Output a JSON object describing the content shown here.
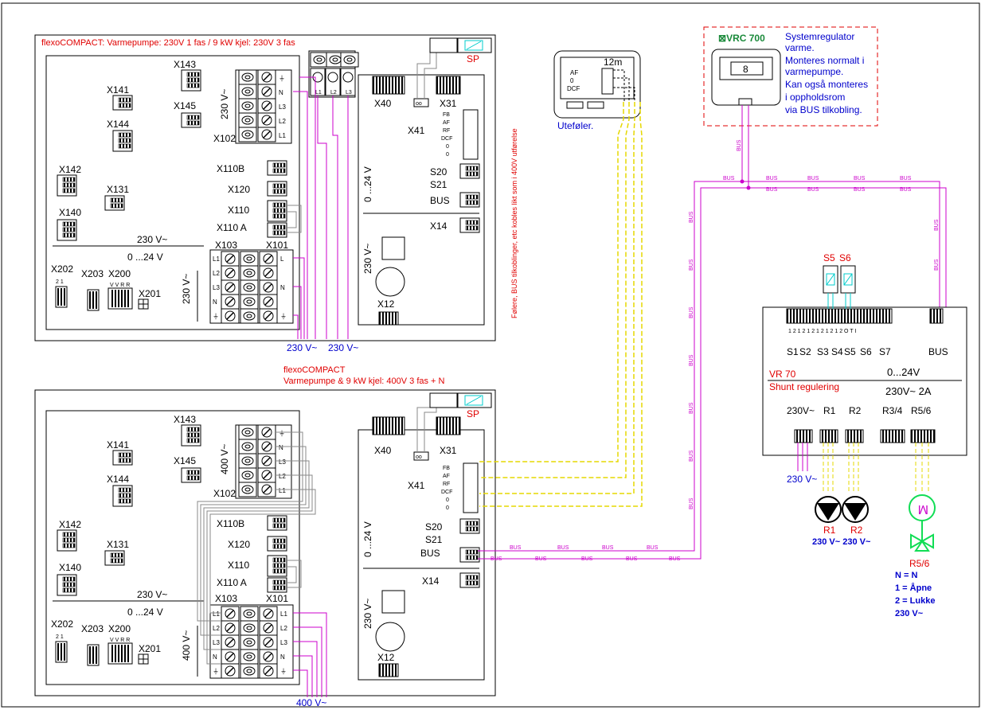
{
  "colors": {
    "bus": "#cc00cc",
    "sensor": "#e6d800",
    "signal_blue": "#0000cc",
    "accent_red": "#e00000",
    "wire_grey": "#888888",
    "pump_fill": "#000000",
    "valve_green": "#11dd55"
  },
  "top": {
    "title_prefix": "flexoCOMPACT",
    "title_mid": ": Varmepumpe",
    "title_suffix": ": 230V 1 fas / 9 kW kjel: 230V 3 fas",
    "supply_left": "230 V~",
    "supply_right": "230 V~"
  },
  "bottom": {
    "title_line1": "flexoCOMPACT",
    "title_line2": "Varmepumpe & 9 kW kjel: 400V 3 fas + N",
    "supply": "400 V~",
    "terminal_voltage": "400 V~",
    "lower_voltage": "400 V~"
  },
  "pcb": {
    "X143": "X143",
    "X141": "X141",
    "X145": "X145",
    "X144": "X144",
    "X142": "X142",
    "X131": "X131",
    "X140": "X140",
    "X202": "X202",
    "X203": "X203",
    "X200": "X200",
    "X201": "X201",
    "X102": "X102",
    "X110B": "X110B",
    "X120": "X120",
    "X110": "X110",
    "X110A": "X110 A",
    "X103": "X103",
    "X101": "X101",
    "X40": "X40",
    "X31": "X31",
    "X41": "X41",
    "S20": "S20",
    "S21": "S21",
    "BUS": "BUS",
    "X14": "X14",
    "X12": "X12",
    "SP": "SP",
    "v230": "230 V~",
    "v024": "0 ...24 V",
    "v230_vert": "230 V~",
    "v024_vert": "0 ...24 V",
    "v230_left": "230 V~",
    "x41_pins": [
      "FB",
      "AF",
      "RF",
      "DCF",
      "0",
      "0"
    ],
    "x200_pins": "V V R R",
    "x202_pins": "2 1"
  },
  "side_note": "Følere, BUS tilkoblinger, etc kobles likt som i 400V utførelse",
  "sensor": {
    "distance": "12m",
    "label": "Uteføler.",
    "pins": [
      "AF",
      "0",
      "DCF"
    ]
  },
  "vrc": {
    "name": "VRC 700",
    "display": "8",
    "note": [
      "Systemregulator",
      "varme.",
      "Monteres normalt i",
      "varmepumpe.",
      "Kan også monteres",
      "i oppholdsrom",
      "via BUS tilkobling."
    ]
  },
  "vr70": {
    "name": "VR 70",
    "subtitle": "Shunt regulering",
    "v_low": "0...24V",
    "v_high": "230V~ 2A",
    "sensor_labels": [
      "S1",
      "S2",
      "S3",
      "S4",
      "S5",
      "S6",
      "S7"
    ],
    "bus_label": "BUS",
    "sensors_top": [
      "S5",
      "S6"
    ],
    "outputs": [
      "230V~",
      "R1",
      "R2",
      "R3/4",
      "R5/6"
    ],
    "supply": "230 V~",
    "pin_numbers": "1 2   1 2   1 2   1 2   1 2   1 2   O T I"
  },
  "pumps": {
    "r1": "R1",
    "r2": "R2",
    "r_voltage": "230 V~ 230 V~",
    "r56": "R5/6"
  },
  "legend": [
    "N = N",
    "1 = Åpne",
    "2 = Lukke",
    "230 V~"
  ],
  "bus_word": "BUS"
}
